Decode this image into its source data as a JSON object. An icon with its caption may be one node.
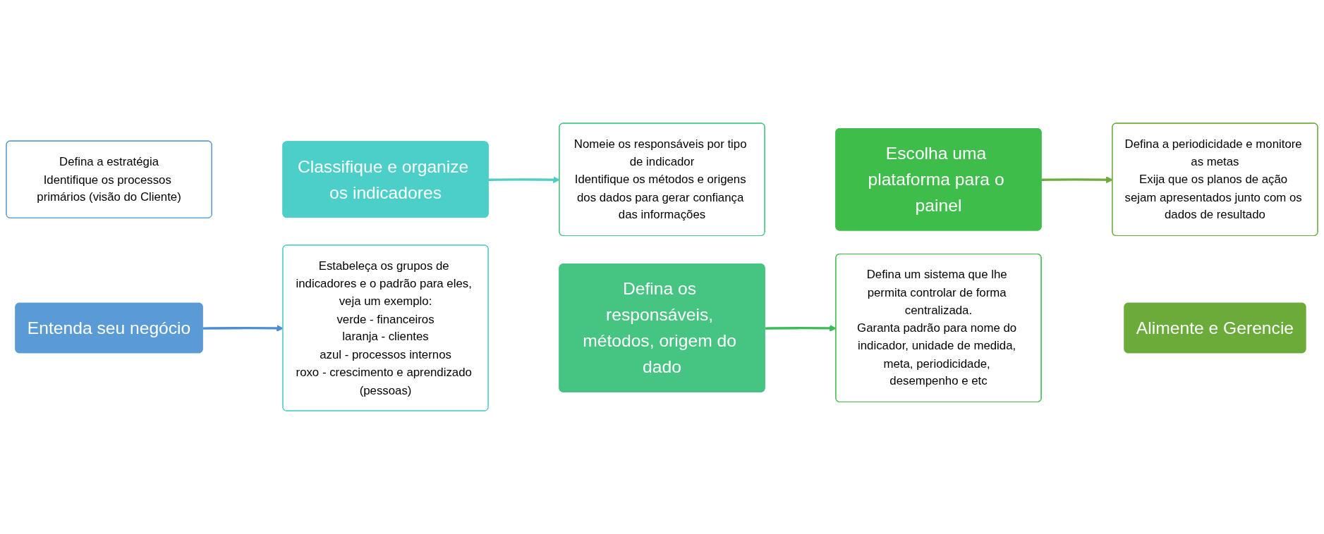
{
  "diagram": {
    "nodes": [
      {
        "text": [
          "Defina a estratégia",
          "Identifique os processos primários (visão do Cliente)"
        ]
      },
      {
        "text": [
          "Entenda seu negócio"
        ]
      },
      {
        "text": [
          "Classifique e organize os indicadores"
        ]
      },
      {
        "text": [
          "Estabeleça os grupos de indicadores e o padrão para eles, veja um exemplo:",
          "verde - financeiros",
          "laranja - clientes",
          "azul - processos internos",
          "roxo - crescimento e aprendizado (pessoas)"
        ]
      },
      {
        "text": [
          "Nomeie os responsáveis por tipo de indicador",
          "Identifique os métodos e origens dos dados para gerar confiança das informações"
        ]
      },
      {
        "text": [
          "Defina os responsáveis, métodos, origem do dado"
        ]
      },
      {
        "text": [
          "Escolha uma plataforma para o painel"
        ]
      },
      {
        "text": [
          "Defina um sistema que lhe permita controlar de forma centralizada.",
          "Garanta padrão para nome do indicador, unidade de medida, meta, periodicidade, desempenho e etc"
        ]
      },
      {
        "text": [
          "Defina a periodicidade e monitore as metas",
          "Exija que os planos de ação sejam apresentados junto com os dados de resultado"
        ]
      },
      {
        "text": [
          "Alimente e Gerencie"
        ]
      }
    ],
    "edges": [
      {
        "from": 1,
        "to": 3,
        "arrow": "to",
        "color": "#4a8fd6"
      },
      {
        "from": 2,
        "to": 4,
        "arrow": "to",
        "color": "#4ecdc4"
      },
      {
        "from": 5,
        "to": 7,
        "arrow": "to",
        "color": "#3dbb5a"
      },
      {
        "from": 6,
        "to": 8,
        "arrow": "to",
        "color": "#6aab3a"
      }
    ]
  }
}
